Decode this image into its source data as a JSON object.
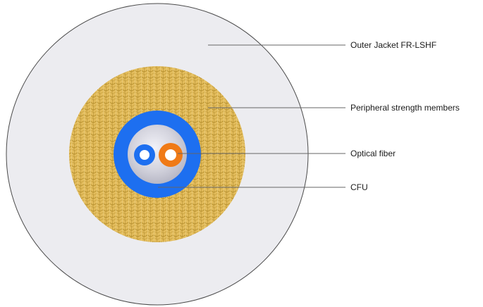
{
  "diagram": {
    "labels": {
      "outer_jacket": "Outer Jacket FR-LSHF",
      "strength_members": "Peripheral strength members",
      "optical_fiber": "Optical fiber",
      "cfu": "CFU"
    },
    "colors": {
      "outer_jacket": "#ececf0",
      "outer_jacket_stroke": "#4a4a4a",
      "strength_members": "#e3bc5c",
      "strength_texture": "#b8912e",
      "cfu_sheath": "#1d6ff0",
      "cfu_core": "#dcdce6",
      "fiber_blue": "#1d6ff0",
      "fiber_orange": "#f07a16",
      "leader_line": "#666666"
    }
  }
}
